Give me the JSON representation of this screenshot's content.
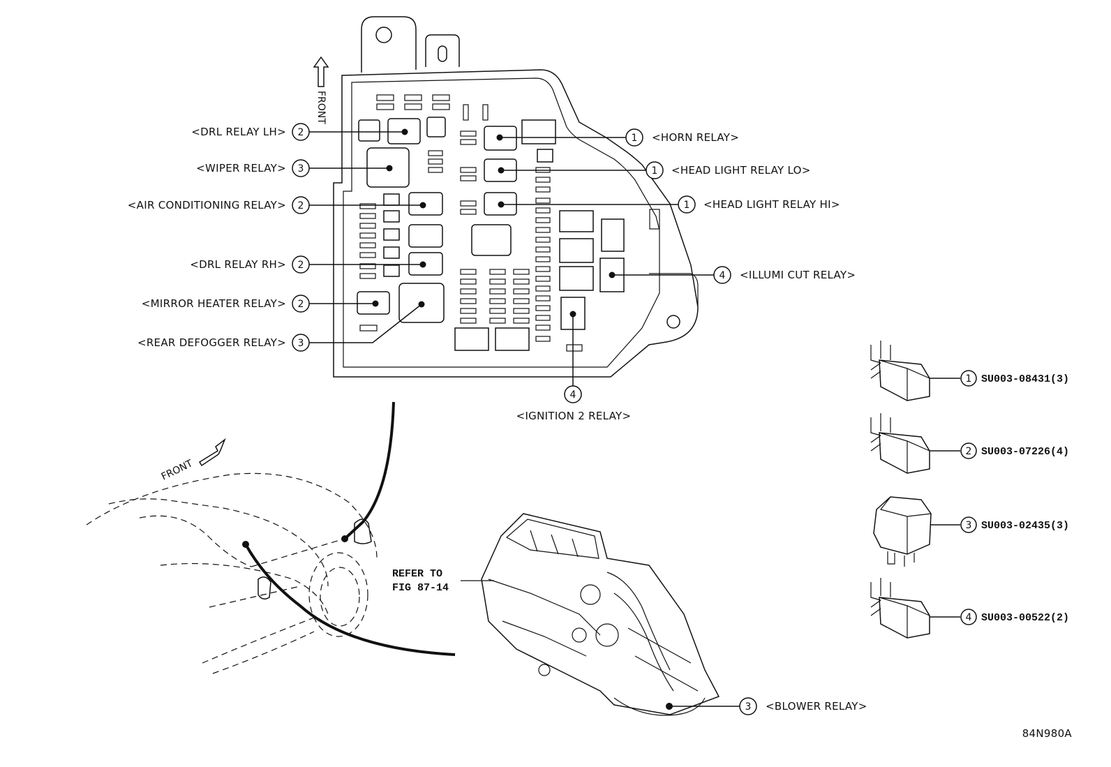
{
  "fuse_box": {
    "direction_label": "FRONT"
  },
  "callouts_left": [
    {
      "num": "2",
      "label": "<DRL RELAY LH>"
    },
    {
      "num": "3",
      "label": "<WIPER RELAY>"
    },
    {
      "num": "2",
      "label": "<AIR CONDITIONING RELAY>"
    },
    {
      "num": "2",
      "label": "<DRL RELAY RH>"
    },
    {
      "num": "2",
      "label": "<MIRROR HEATER RELAY>"
    },
    {
      "num": "3",
      "label": "<REAR DEFOGGER RELAY>"
    }
  ],
  "callouts_right": [
    {
      "num": "1",
      "label": "<HORN RELAY>"
    },
    {
      "num": "1",
      "label": "<HEAD LIGHT RELAY LO>"
    },
    {
      "num": "1",
      "label": "<HEAD LIGHT RELAY HI>"
    },
    {
      "num": "4",
      "label": "<ILLUMI CUT RELAY>"
    }
  ],
  "callout_bottom": {
    "num": "4",
    "label": "<IGNITION 2 RELAY>"
  },
  "vehicle": {
    "direction_label": "FRONT"
  },
  "hvac": {
    "refer_line1": "REFER TO",
    "refer_line2": "FIG 87-14",
    "blower": {
      "num": "3",
      "label": "<BLOWER RELAY>"
    }
  },
  "relay_parts": [
    {
      "num": "1",
      "part": "SU003-08431(3)"
    },
    {
      "num": "2",
      "part": "SU003-07226(4)"
    },
    {
      "num": "3",
      "part": "SU003-02435(3)"
    },
    {
      "num": "4",
      "part": "SU003-00522(2)"
    }
  ],
  "figure_id": "84N980A"
}
